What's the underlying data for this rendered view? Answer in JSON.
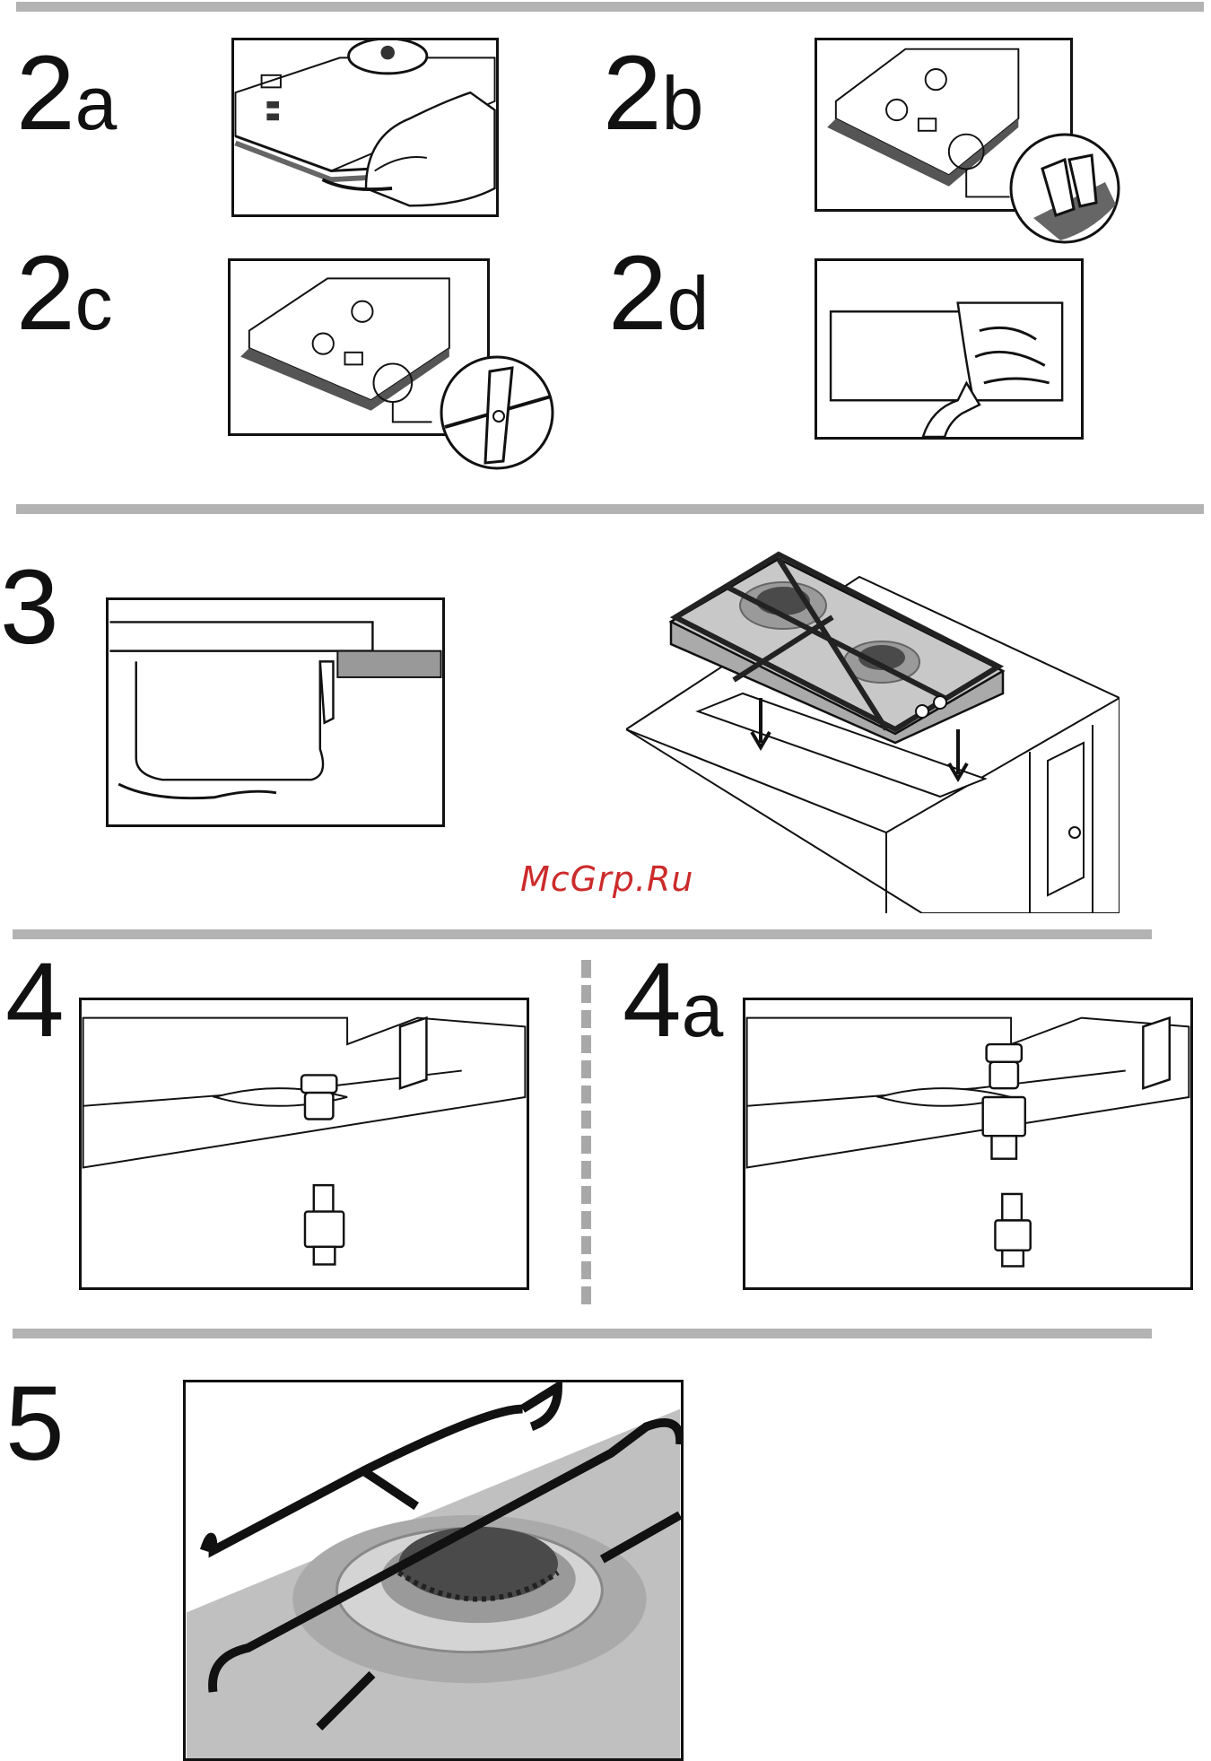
{
  "steps": {
    "s2a": {
      "num": "2",
      "suffix": "a"
    },
    "s2b": {
      "num": "2",
      "suffix": "b"
    },
    "s2c": {
      "num": "2",
      "suffix": "c"
    },
    "s2d": {
      "num": "2",
      "suffix": "d"
    },
    "s3": {
      "num": "3",
      "suffix": ""
    },
    "s4": {
      "num": "4",
      "suffix": ""
    },
    "s4a": {
      "num": "4",
      "suffix": "a"
    },
    "s5": {
      "num": "5",
      "suffix": ""
    }
  },
  "watermark": "McGrp.Ru",
  "colors": {
    "rule": "#b3b3b3",
    "ink": "#111111",
    "metal": "#9a9a9a",
    "burner": "#4a4a4a",
    "watermark": "#cc2b2b"
  }
}
